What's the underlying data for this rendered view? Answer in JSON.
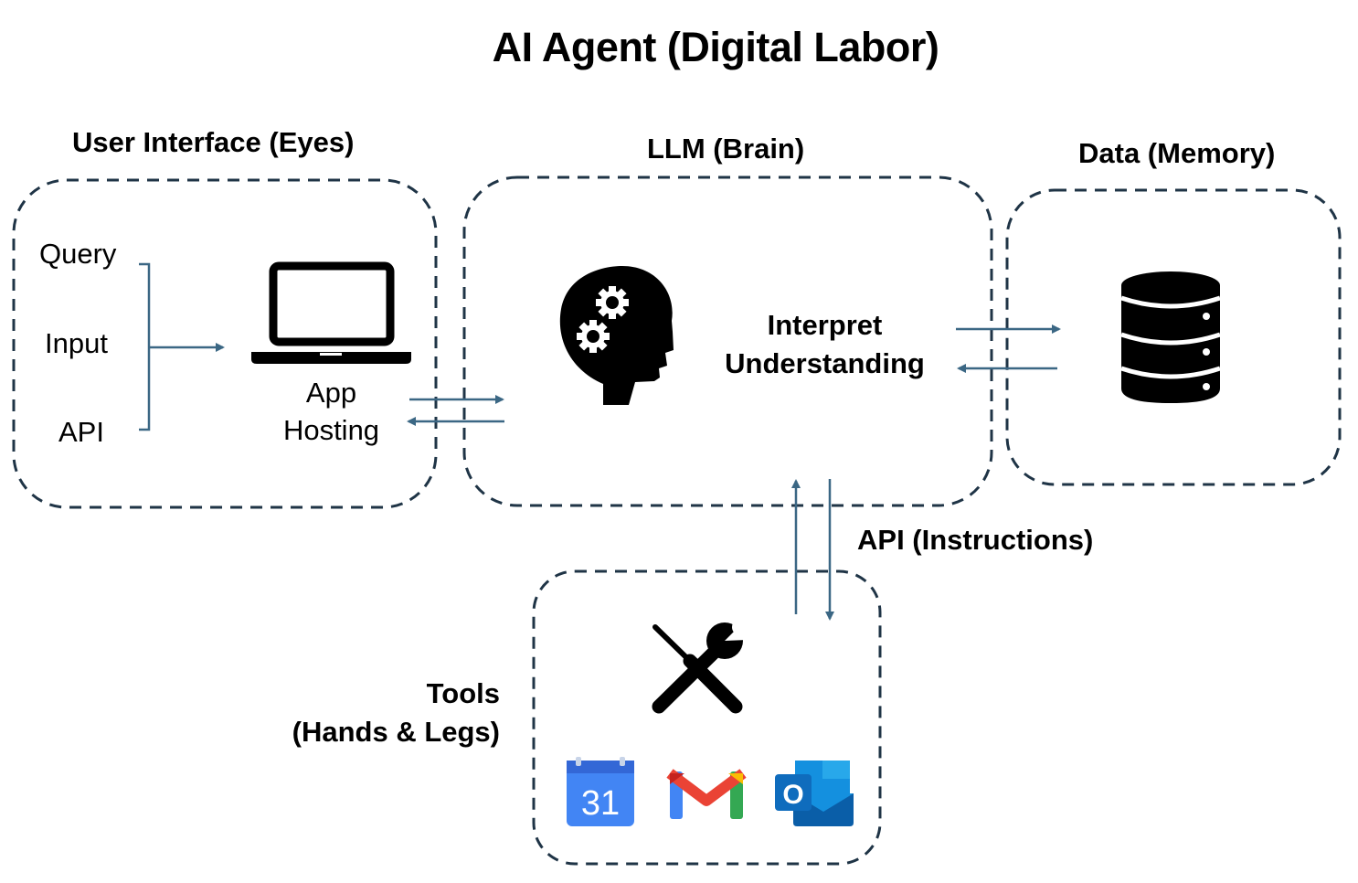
{
  "title": "AI Agent (Digital Labor)",
  "sections": {
    "ui": {
      "label": "User Interface (Eyes)",
      "inputs": [
        "Query",
        "Input",
        "API"
      ],
      "app_hosting_line1": "App",
      "app_hosting_line2": "Hosting",
      "icon": "laptop-icon"
    },
    "llm": {
      "label": "LLM (Brain)",
      "text_line1": "Interpret",
      "text_line2": "Understanding",
      "icon": "head-gears-icon"
    },
    "data": {
      "label": "Data (Memory)",
      "icon": "database-icon"
    },
    "tools": {
      "label_line1": "Tools",
      "label_line2": "(Hands & Legs)",
      "icons": [
        "tools-icon",
        "google-calendar-icon",
        "gmail-icon",
        "outlook-icon"
      ],
      "calendar_day": "31",
      "outlook_letter": "O"
    },
    "api": {
      "label": "API (Instructions)"
    }
  },
  "colors": {
    "box_border": "#1f3446",
    "arrow": "#3b6784",
    "text": "#000000"
  }
}
